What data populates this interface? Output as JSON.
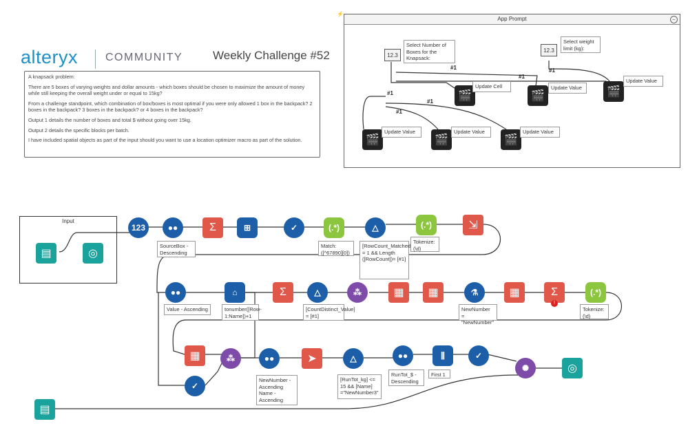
{
  "branding": {
    "logo_text": "alteryx",
    "community_text": "COMMUNITY",
    "title": "Weekly Challenge #52"
  },
  "description": {
    "heading": "A knapsack problem:",
    "para1": "There are 5 boxes of varying weights and dollar amounts - which boxes should be chosen to maximize the amount of money while still keeping the overall weight under or equal to 15kg?",
    "para2": "From a challenge standpoint, which combination of box/boxes is most optimal if you were only allowed 1 box in the backpack? 2 boxes in the backpack? 3 boxes in the backpack? or 4 boxes in the backpack?",
    "para3": "Output 1 details the number of boxes and total $ without going over 15kg.",
    "para4": "Output 2 details the specific blocks per batch.",
    "para5": "I have included spatial objects as part of the input should you want to use a location optimizer macro as part of the solution."
  },
  "app_prompt": {
    "title": "App Prompt",
    "num_boxes_value": "12.3",
    "num_boxes_label": "Select Number of Boxes for the Knapsack:",
    "weight_value": "12.3",
    "weight_label": "Select weight limit (kg):",
    "update_cell": "Update Cell",
    "update_value": "Update Value",
    "conn_label": "#1"
  },
  "input_container": {
    "title": "Input"
  },
  "annotations": {
    "sourcebox": "SourceBox - Descending",
    "match": "Match: ([^67890][0])",
    "rowcount": "[RowCount_Matched] = 1 && Length ([RowCount])= [#1]",
    "tokenize1": "Tokenize: (\\d)",
    "value_asc": "Value - Ascending",
    "tonumber": "tonumber([Row-1:Name])+1",
    "countdistinct": "[CountDistinct_Value] = [#1]",
    "newnumber": "NewNumber = \"NewNumber\"",
    "tokenize2": "Tokenize: (\\d)",
    "newnumber_sort": "NewNumber - Ascending Name - Ascending",
    "runtot_kg": "[RunTot_kg] <= 15 && [Name] =\"NewNumber3\"",
    "runtot_usd": "RunTot_$ - Descending",
    "first": "First 1"
  },
  "icons": {
    "bolt": "⚡",
    "error": "!"
  },
  "colors": {
    "blue": "#1d5ea8",
    "red": "#e0584a",
    "green": "#8cc63f",
    "teal": "#1aa29c",
    "purple": "#7e4ca8"
  }
}
